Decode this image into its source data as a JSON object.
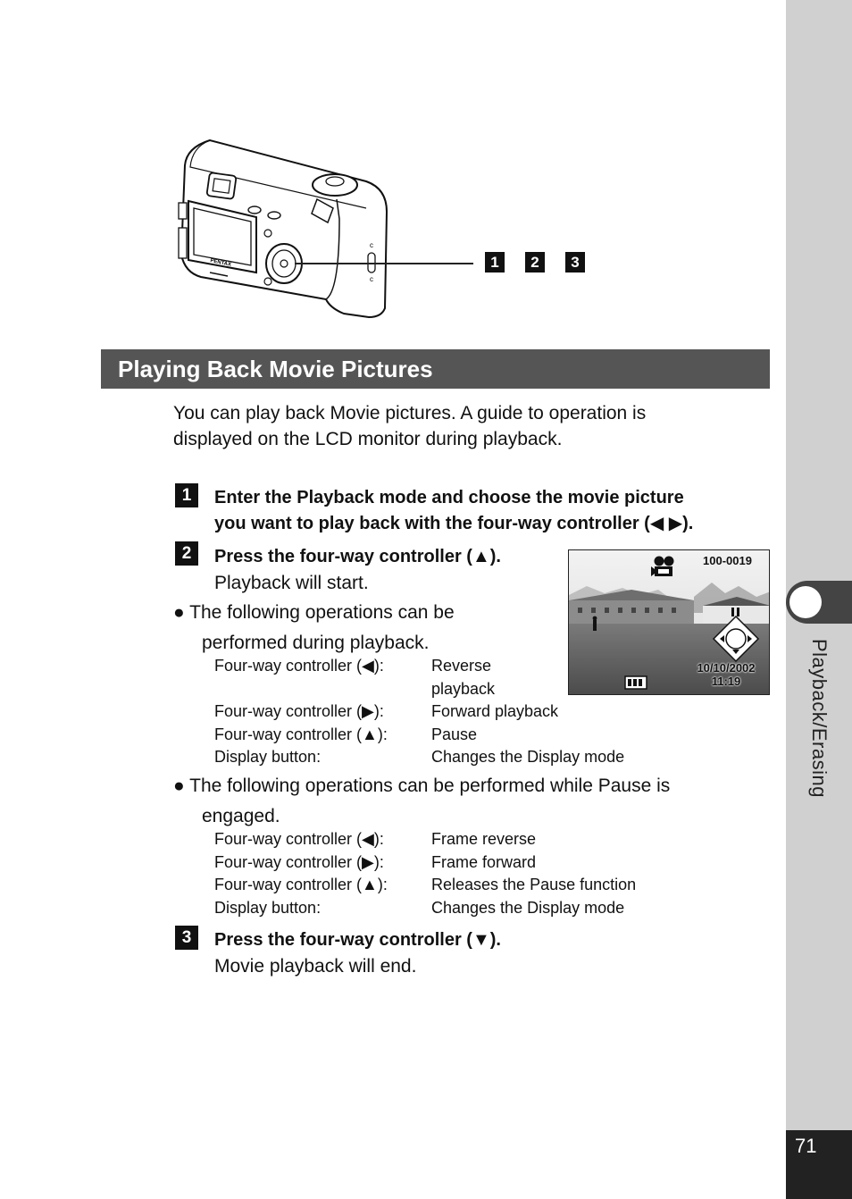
{
  "page": {
    "number": "71",
    "side_tab": "Playback/Erasing"
  },
  "callout": {
    "steps": [
      "1",
      "2",
      "3"
    ]
  },
  "section": {
    "title": "Playing Back Movie Pictures",
    "intro_line1": "You can play back Movie pictures. A guide to operation is",
    "intro_line2": "displayed on the LCD monitor during playback."
  },
  "step1": {
    "num": "1",
    "line1": "Enter the Playback mode and choose the movie picture",
    "line2": "you want to play back with the four-way controller (◀ ▶)."
  },
  "step2": {
    "num": "2",
    "title": "Press the four-way controller (▲).",
    "desc": "Playback will start."
  },
  "bullet1": {
    "line1": "● The following operations can be",
    "line2": "performed during playback.",
    "rows": [
      {
        "key": "Four-way controller (◀):",
        "value": "Reverse"
      },
      {
        "key": "",
        "value": "playback"
      },
      {
        "key": "Four-way controller (▶):",
        "value": "Forward playback"
      },
      {
        "key": "Four-way controller (▲):",
        "value": "Pause"
      },
      {
        "key": "Display button:",
        "value": "Changes the Display mode"
      }
    ]
  },
  "bullet2": {
    "line1": "● The following operations can be performed while Pause is",
    "line2": "engaged.",
    "rows": [
      {
        "key": "Four-way controller (◀):",
        "value": "Frame reverse"
      },
      {
        "key": "Four-way controller (▶):",
        "value": "Frame forward"
      },
      {
        "key": "Four-way controller (▲):",
        "value": "Releases the Pause function"
      },
      {
        "key": "Display button:",
        "value": "Changes the Display mode"
      }
    ]
  },
  "step3": {
    "num": "3",
    "title": "Press the four-way controller (▼).",
    "desc": "Movie playback will end."
  },
  "lcd": {
    "file_number": "100-0019",
    "date": "10/10/2002",
    "time": "11:19",
    "icons": [
      "movie-camera-icon",
      "battery-icon",
      "four-way-guide-icon",
      "pause-icon"
    ]
  },
  "camera": {
    "brand": "PENTAX",
    "icons": [
      "camera-back-illustration"
    ]
  },
  "colors": {
    "section_bar": "#555555",
    "sidebar": "#d0d0d0",
    "page_box": "#222222"
  }
}
